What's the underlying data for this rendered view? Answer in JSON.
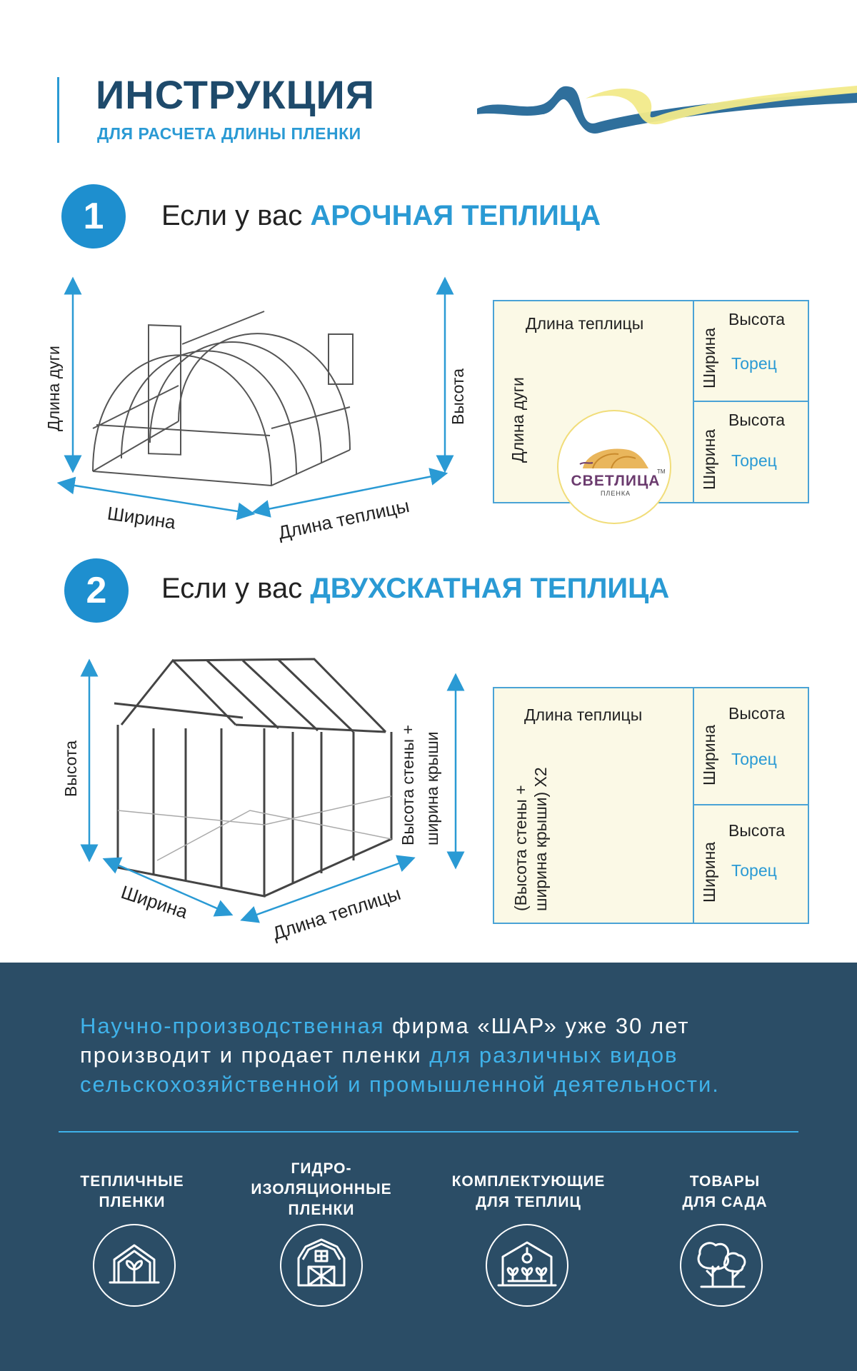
{
  "header": {
    "title": "ИНСТРУКЦИЯ",
    "subtitle": "ДЛЯ РАСЧЕТА ДЛИНЫ ПЛЕНКИ"
  },
  "section1": {
    "number": "1",
    "prefix": "Если у вас",
    "accent": "АРОЧНАЯ ТЕПЛИЦА",
    "diagram": {
      "arc_length": "Длина дуги",
      "height": "Высота",
      "width": "Ширина",
      "length": "Длина теплицы"
    },
    "pattern": {
      "main_top": "Длина теплицы",
      "main_side": "Длина дуги",
      "end1_height": "Высота",
      "end1_width": "Ширина",
      "end1_label": "Торец",
      "end2_height": "Высота",
      "end2_width": "Ширина",
      "end2_label": "Торец"
    },
    "logo": {
      "brand": "СВЕТЛИЦА",
      "sub": "ПЛЕНКА",
      "tm": "TM"
    }
  },
  "section2": {
    "number": "2",
    "prefix": "Если у вас",
    "accent": "ДВУХСКАТНАЯ ТЕПЛИЦА",
    "diagram": {
      "height": "Высота",
      "wall_roof_1": "Высота стены +",
      "wall_roof_2": "ширина крыши",
      "width": "Ширина",
      "length": "Длина теплицы"
    },
    "pattern": {
      "main_top": "Длина теплицы",
      "main_side_1": "(Высота стены +",
      "main_side_2": "ширина крыши) Х2",
      "end1_height": "Высота",
      "end1_width": "Ширина",
      "end1_label": "Торец",
      "end2_height": "Высота",
      "end2_width": "Ширина",
      "end2_label": "Торец"
    }
  },
  "footer": {
    "text_blue_1": "Научно-производственная",
    "text_white_1": " фирма «ШАР» уже 30 лет производит и продает пленки ",
    "text_blue_2": " для различных видов сельскохозяйственной и промышленной деятельности.",
    "categories": [
      {
        "label": "ТЕПЛИЧНЫЕ\nПЛЕНКИ",
        "icon": "greenhouse-sprout-icon"
      },
      {
        "label": "ГИДРО-\nИЗОЛЯЦИОННЫЕ\nПЛЕНКИ",
        "icon": "barn-icon"
      },
      {
        "label": "КОМПЛЕКТУЮЩИЕ\nДЛЯ ТЕПЛИЦ",
        "icon": "greenhouse-lamp-icon"
      },
      {
        "label": "ТОВАРЫ\nДЛЯ САДА",
        "icon": "trees-icon"
      }
    ]
  },
  "colors": {
    "accent": "#2a9ad4",
    "dark_blue": "#1e4a6b",
    "footer_bg": "#2b4d66",
    "box_bg": "#fbf9e6",
    "ribbon_yellow": "#f2ea8a"
  }
}
